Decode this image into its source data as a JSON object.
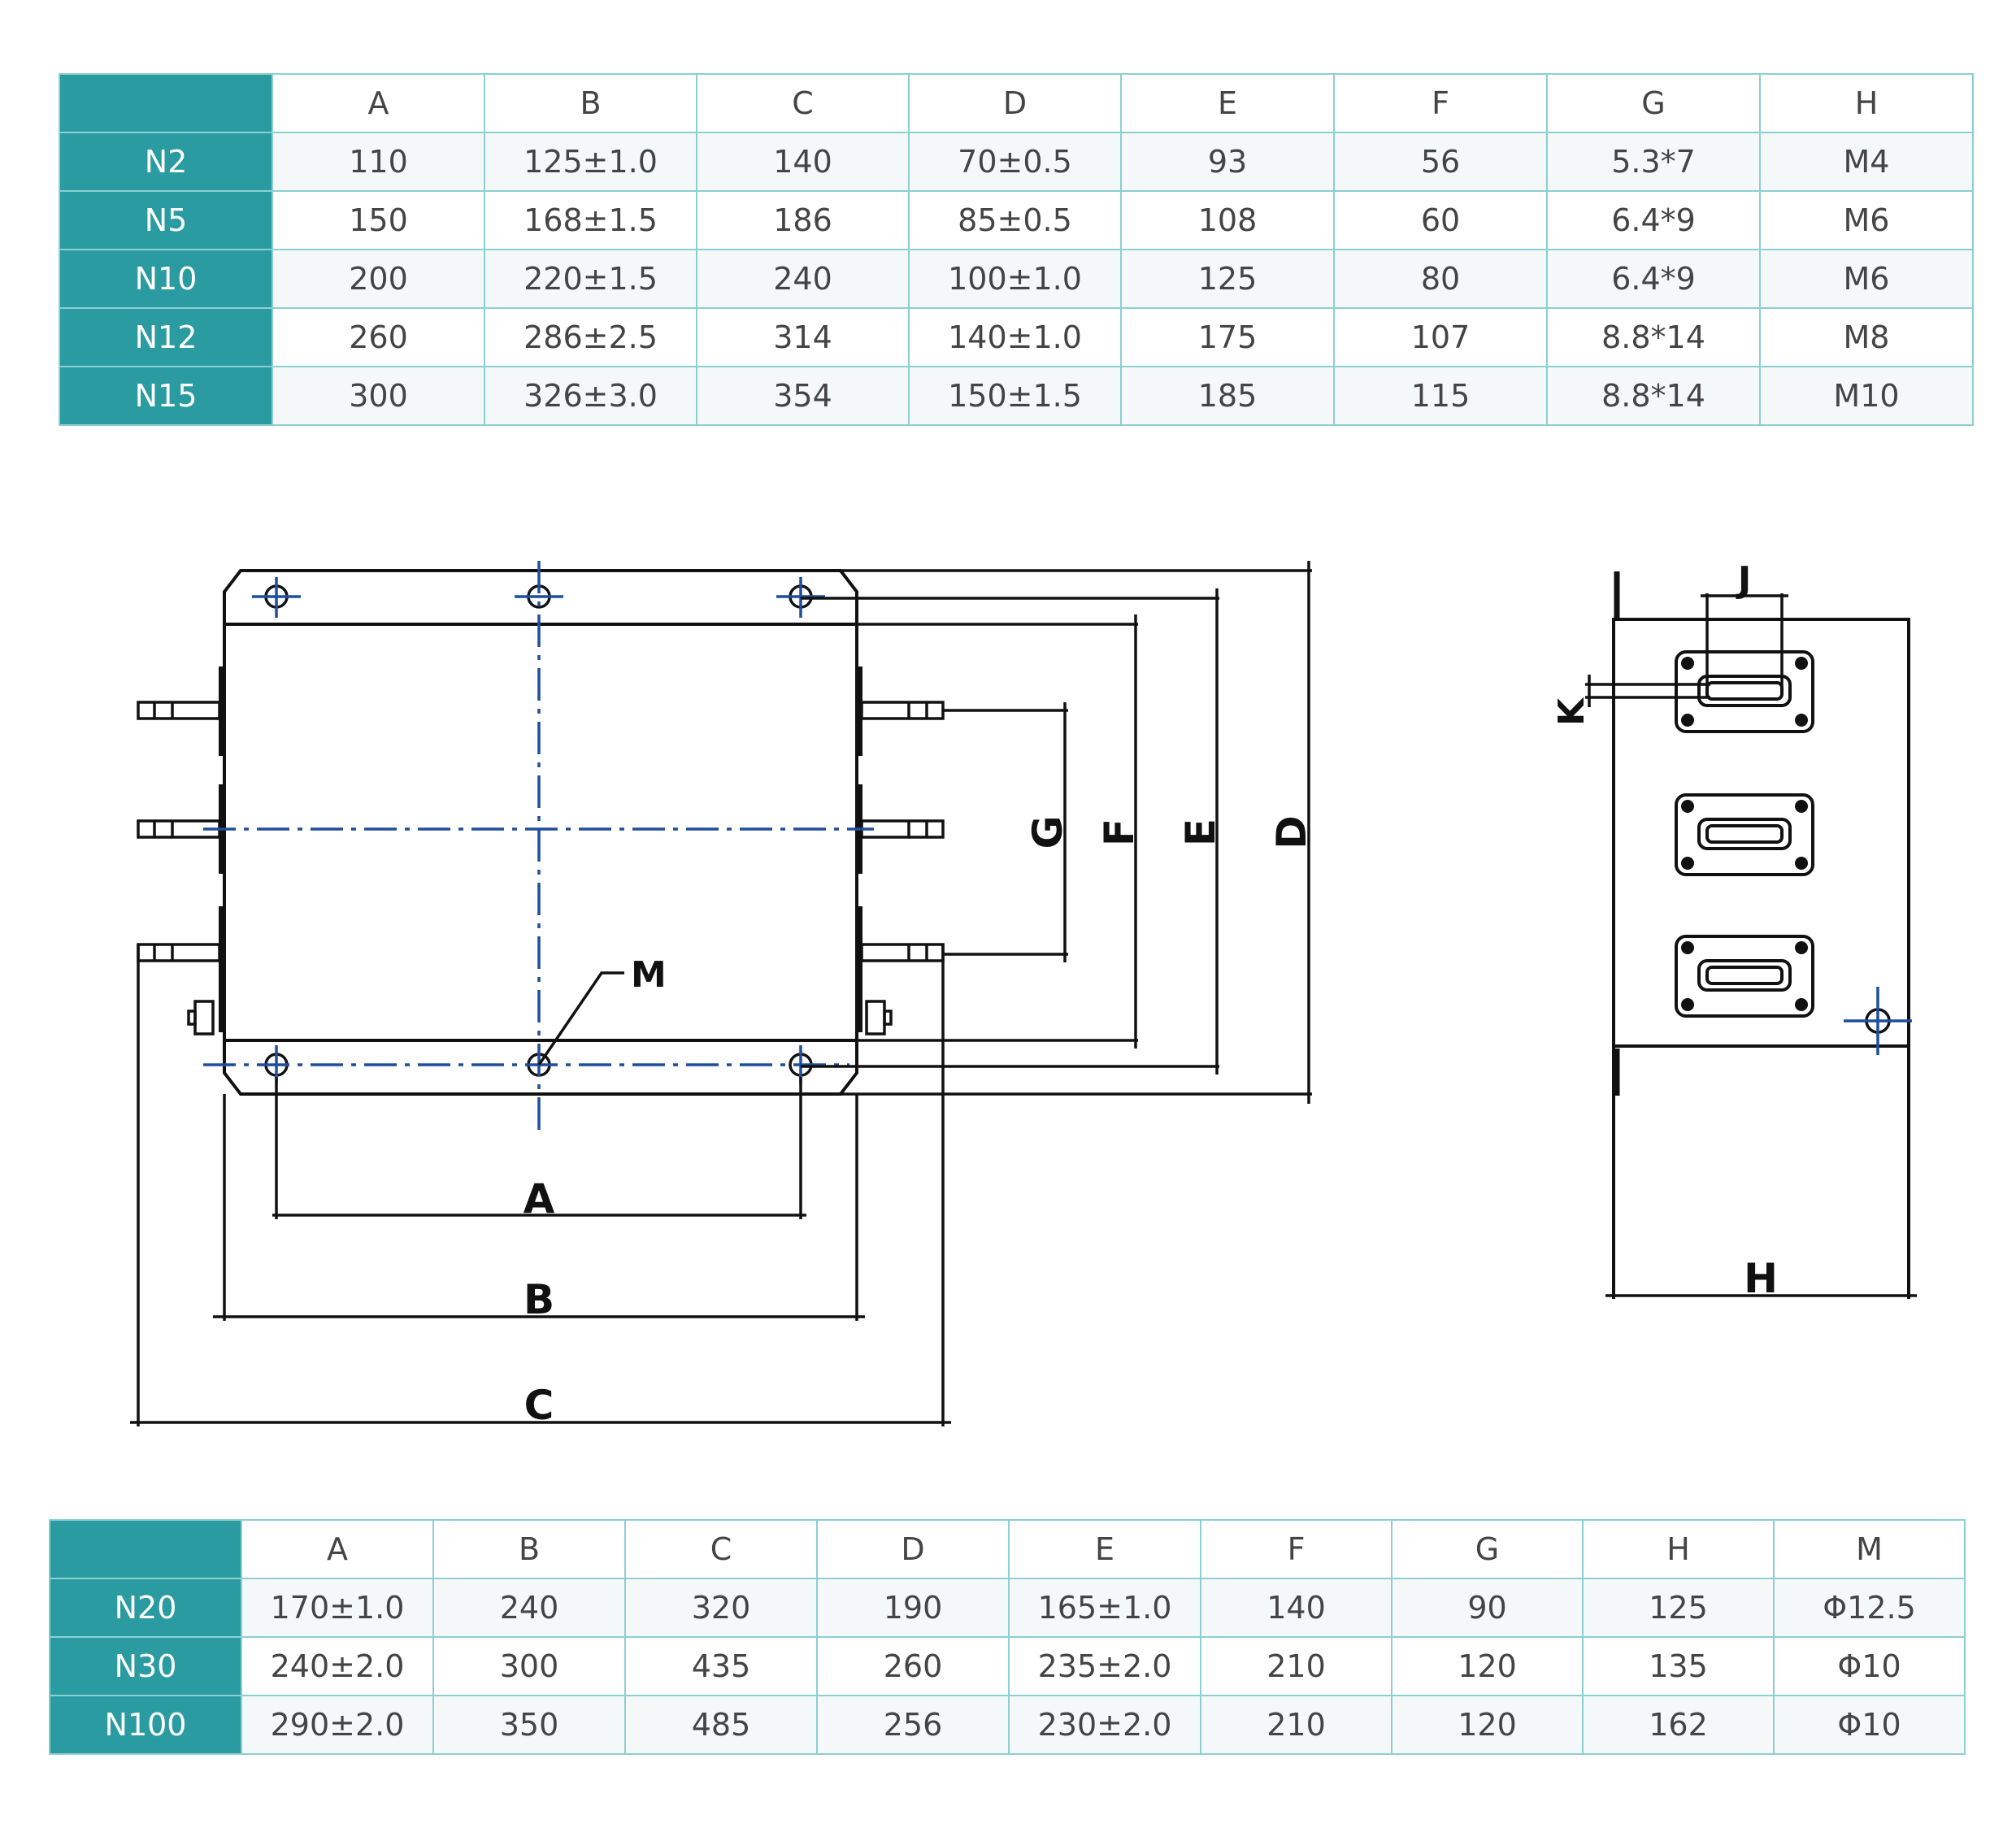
{
  "table1": {
    "columns": [
      "A",
      "B",
      "C",
      "D",
      "E",
      "F",
      "G",
      "H"
    ],
    "rows": [
      {
        "model": "N2",
        "values": [
          "110",
          "125±1.0",
          "140",
          "70±0.5",
          "93",
          "56",
          "5.3*7",
          "M4"
        ]
      },
      {
        "model": "N5",
        "values": [
          "150",
          "168±1.5",
          "186",
          "85±0.5",
          "108",
          "60",
          "6.4*9",
          "M6"
        ]
      },
      {
        "model": "N10",
        "values": [
          "200",
          "220±1.5",
          "240",
          "100±1.0",
          "125",
          "80",
          "6.4*9",
          "M6"
        ]
      },
      {
        "model": "N12",
        "values": [
          "260",
          "286±2.5",
          "314",
          "140±1.0",
          "175",
          "107",
          "8.8*14",
          "M8"
        ]
      },
      {
        "model": "N15",
        "values": [
          "300",
          "326±3.0",
          "354",
          "150±1.5",
          "185",
          "115",
          "8.8*14",
          "M10"
        ]
      }
    ]
  },
  "drawing": {
    "front_labels": {
      "a": "A",
      "b": "B",
      "c": "C",
      "d": "D",
      "e": "E",
      "f": "F",
      "g": "G",
      "m": "M"
    },
    "side_labels": {
      "j": "J",
      "k": "K",
      "h": "H"
    }
  },
  "table2": {
    "columns": [
      "A",
      "B",
      "C",
      "D",
      "E",
      "F",
      "G",
      "H",
      "M"
    ],
    "rows": [
      {
        "model": "N20",
        "values": [
          "170±1.0",
          "240",
          "320",
          "190",
          "165±1.0",
          "140",
          "90",
          "125",
          "Φ12.5"
        ]
      },
      {
        "model": "N30",
        "values": [
          "240±2.0",
          "300",
          "435",
          "260",
          "235±2.0",
          "210",
          "120",
          "135",
          "Φ10"
        ]
      },
      {
        "model": "N100",
        "values": [
          "290±2.0",
          "350",
          "485",
          "256",
          "230±2.0",
          "210",
          "120",
          "162",
          "Φ10"
        ]
      }
    ]
  },
  "colors": {
    "header_teal": "#2a9ca1",
    "grid_line": "#8ccfd1",
    "centerline_blue": "#1f4e9c",
    "line_black": "#111111"
  }
}
